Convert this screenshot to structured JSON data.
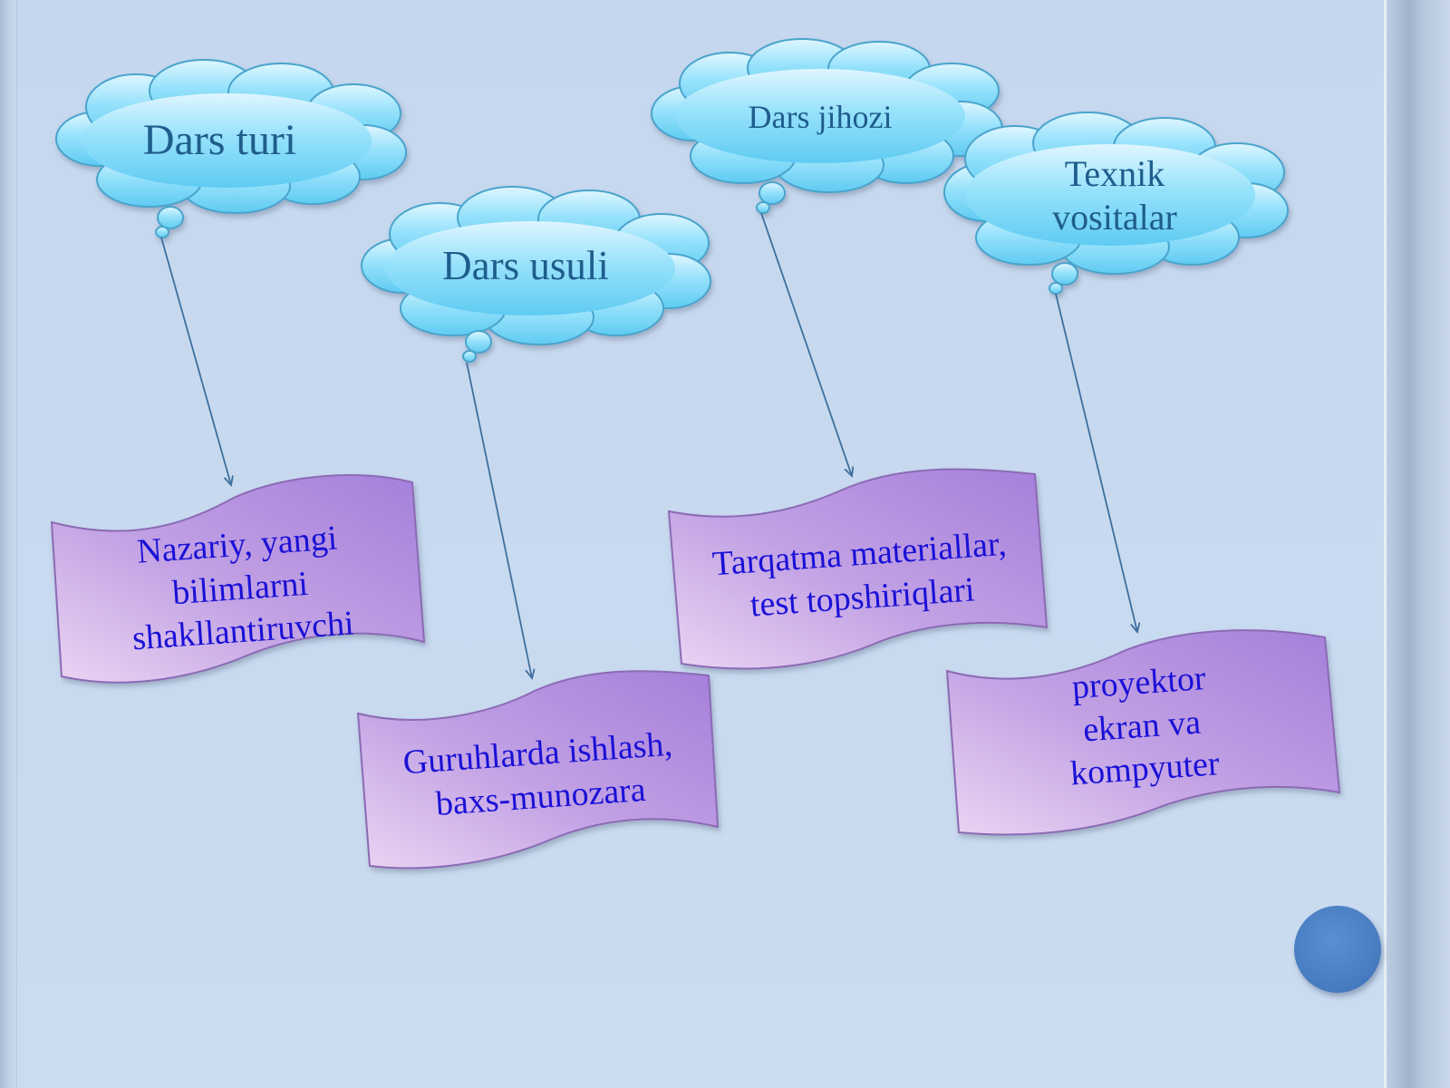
{
  "colors": {
    "background": "#c7d9ef",
    "cloud_fill": "#6fd3f5",
    "cloud_text": "#1f5d8c",
    "flag_fill": "#b48fe0",
    "flag_text": "#1a10d6",
    "connector": "#3e6f9e",
    "nav_button": "#4a7ec2"
  },
  "clouds": [
    {
      "id": "dars-turi",
      "label": "Dars turi"
    },
    {
      "id": "dars-usuli",
      "label": "Dars usuli"
    },
    {
      "id": "dars-jihozi",
      "label": "Dars jihozi"
    },
    {
      "id": "texnik-vositalar",
      "label_line1": "Texnik",
      "label_line2": "vositalar"
    }
  ],
  "flags": [
    {
      "id": "nazariy",
      "line1": "Nazariy, yangi",
      "line2": "bilimlarni",
      "line3": "shakllantiruvchi"
    },
    {
      "id": "guruhlarda",
      "line1": "Guruhlarda ishlash,",
      "line2": "baxs-munozara"
    },
    {
      "id": "tarqatma",
      "line1": "Tarqatma materiallar,",
      "line2": "test topshiriqlari"
    },
    {
      "id": "proyektor",
      "line1": "proyektor",
      "line2": "ekran va",
      "line3": "kompyuter"
    }
  ],
  "connections": [
    {
      "from": "Dars turi",
      "to": "Nazariy, yangi bilimlarni shakllantiruvchi"
    },
    {
      "from": "Dars usuli",
      "to": "Guruhlarda ishlash, baxs-munozara"
    },
    {
      "from": "Dars jihozi",
      "to": "Tarqatma materiallar, test topshiriqlari"
    },
    {
      "from": "Texnik vositalar",
      "to": "proyektor ekran va kompyuter"
    }
  ],
  "nav_button": {
    "icon": "circle-icon"
  }
}
